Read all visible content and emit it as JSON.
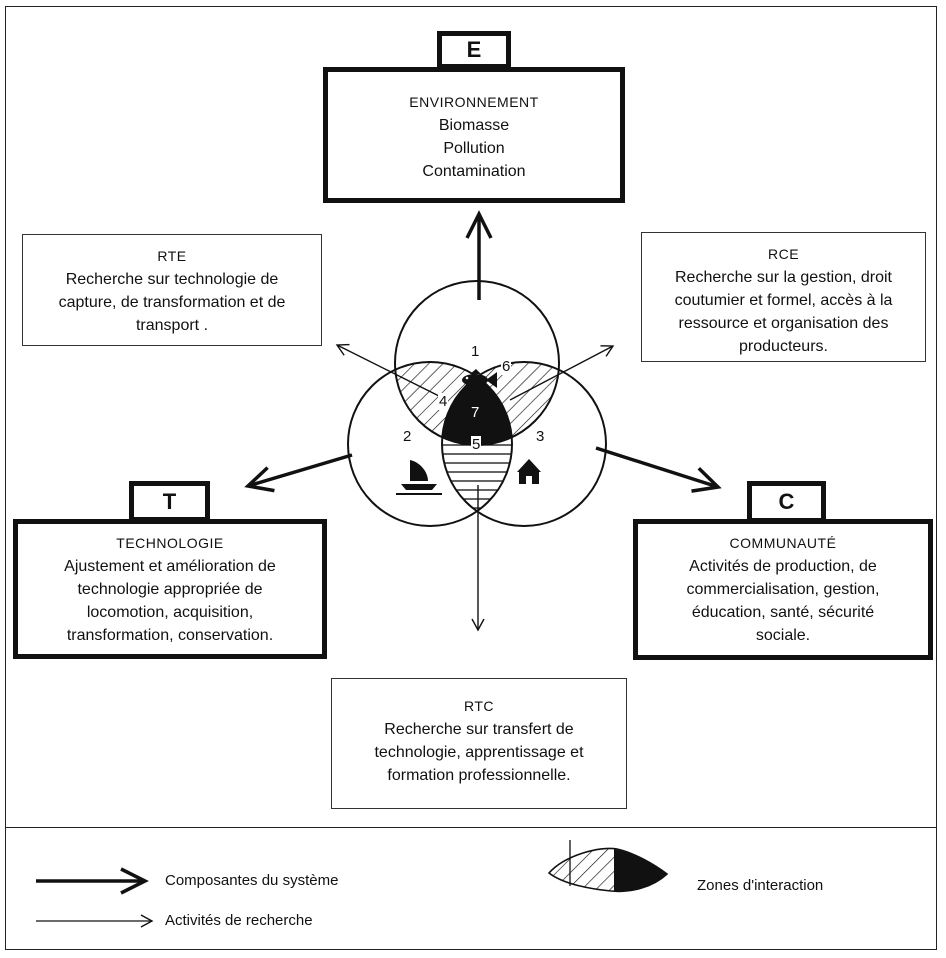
{
  "components": {
    "environment": {
      "tag": "E",
      "lines": [
        "ENVIRONNEMENT",
        "Biomasse",
        "Pollution",
        "Contamination"
      ]
    },
    "technology": {
      "tag": "T",
      "lines": [
        "TECHNOLOGIE",
        "Ajustement et amélioration de",
        "technologie appropriée de",
        "locomotion, acquisition,",
        "transformation, conservation."
      ]
    },
    "community": {
      "tag": "C",
      "lines": [
        "COMMUNAUTÉ",
        "Activités de production, de",
        "commercialisation, gestion,",
        "éducation, santé, sécurité",
        "sociale."
      ]
    }
  },
  "research": {
    "rte": {
      "lines": [
        "RTE",
        "Recherche sur technologie de",
        "capture, de transformation et de",
        "transport ."
      ]
    },
    "rce": {
      "lines": [
        "RCE",
        "Recherche sur la gestion, droit",
        "coutumier et formel, accès à la",
        "ressource et organisation des",
        "producteurs."
      ]
    },
    "rtc": {
      "lines": [
        "RTC",
        "Recherche sur transfert de",
        "technologie, apprentissage et",
        "formation professionnelle."
      ]
    }
  },
  "zones": [
    "1",
    "2",
    "3",
    "4",
    "5",
    "6",
    "7"
  ],
  "icons": {
    "circle1": "fish-icon",
    "circle2": "sailboat-icon",
    "circle3": "house-icon"
  },
  "legend": {
    "system_components": "Composantes du système",
    "research_activities": "Activités de recherche",
    "interaction_zones": "Zones d'interaction"
  }
}
